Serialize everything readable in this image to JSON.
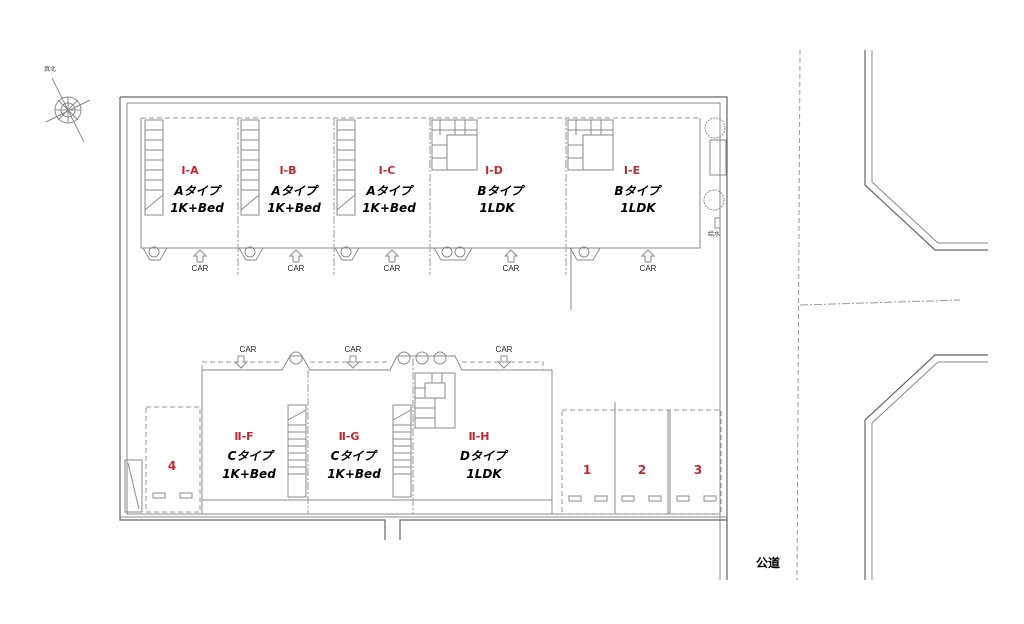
{
  "compass": {
    "label": "真北"
  },
  "building_1": {
    "units": [
      {
        "id": "Ⅰ-A",
        "type": "Aタイプ",
        "layout": "1K+Bed"
      },
      {
        "id": "Ⅰ-B",
        "type": "Aタイプ",
        "layout": "1K+Bed"
      },
      {
        "id": "Ⅰ-C",
        "type": "Aタイプ",
        "layout": "1K+Bed"
      },
      {
        "id": "Ⅰ-D",
        "type": "Bタイプ",
        "layout": "1LDK"
      },
      {
        "id": "Ⅰ-E",
        "type": "Bタイプ",
        "layout": "1LDK"
      }
    ],
    "water_label": "給水"
  },
  "building_2": {
    "units": [
      {
        "id": "Ⅱ-F",
        "type": "Cタイプ",
        "layout": "1K+Bed"
      },
      {
        "id": "Ⅱ-G",
        "type": "Cタイプ",
        "layout": "1K+Bed"
      },
      {
        "id": "Ⅱ-H",
        "type": "Dタイプ",
        "layout": "1LDK"
      }
    ]
  },
  "car_label": "CAR",
  "parking": [
    "1",
    "2",
    "3",
    "4"
  ],
  "road_label": "公道"
}
